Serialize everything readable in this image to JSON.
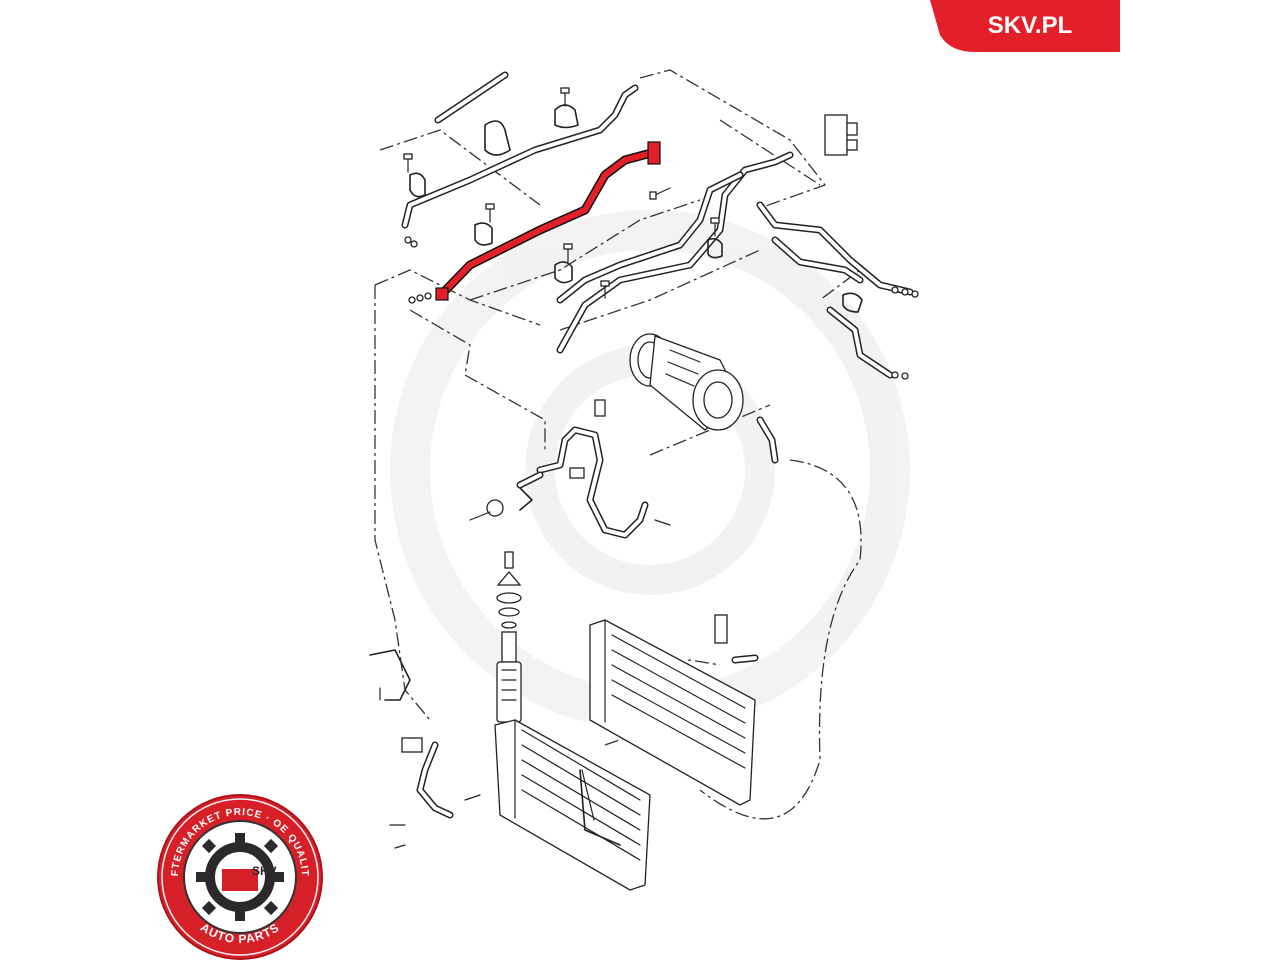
{
  "brand": {
    "site_label": "SKV.PL",
    "badge_color": "#e3202a"
  },
  "logo": {
    "ring_top_text": "AFTERMARKET PRICE · OE QUALITY",
    "ring_bottom_text": "AUTO PARTS",
    "center_text": "SKV",
    "ring_color": "#d71f27"
  },
  "diagram": {
    "highlight_color": "#e3202a",
    "highlighted_part": "ac-refrigerant-pipe"
  }
}
